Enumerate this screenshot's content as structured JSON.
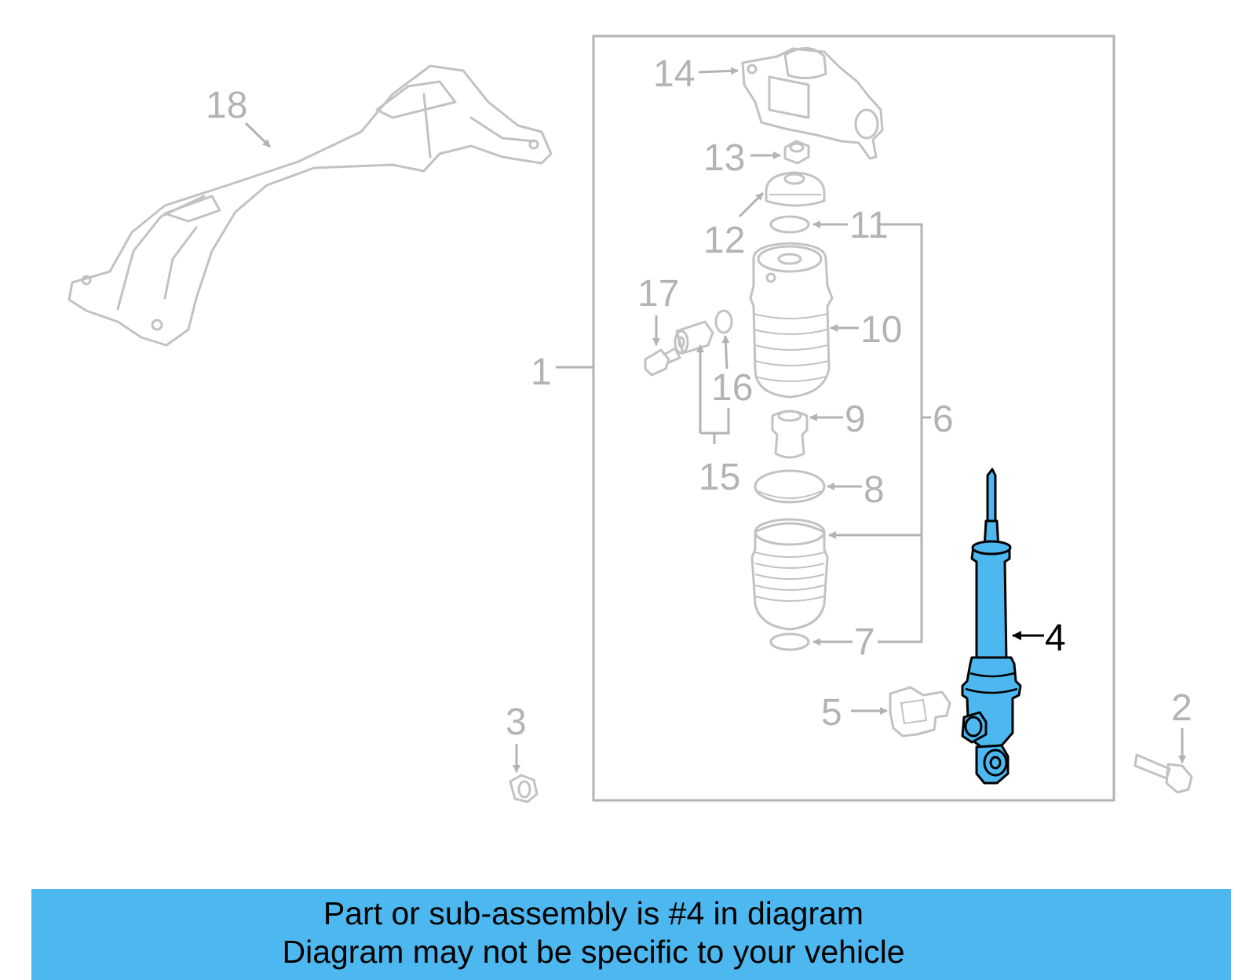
{
  "callouts": [
    {
      "id": "18",
      "label": "18"
    },
    {
      "id": "14",
      "label": "14"
    },
    {
      "id": "13",
      "label": "13"
    },
    {
      "id": "12",
      "label": "12"
    },
    {
      "id": "11",
      "label": "11"
    },
    {
      "id": "17",
      "label": "17"
    },
    {
      "id": "10",
      "label": "10"
    },
    {
      "id": "16",
      "label": "16"
    },
    {
      "id": "1",
      "label": "1"
    },
    {
      "id": "9",
      "label": "9"
    },
    {
      "id": "6",
      "label": "6"
    },
    {
      "id": "15",
      "label": "15"
    },
    {
      "id": "8",
      "label": "8"
    },
    {
      "id": "4",
      "label": "4"
    },
    {
      "id": "7",
      "label": "7"
    },
    {
      "id": "3",
      "label": "3"
    },
    {
      "id": "5",
      "label": "5"
    },
    {
      "id": "2",
      "label": "2"
    }
  ],
  "highlight_color": "#4db8f0",
  "banner": {
    "line1": "Part or sub-assembly is #4 in diagram",
    "line2": "Diagram may not be specific to your vehicle"
  }
}
